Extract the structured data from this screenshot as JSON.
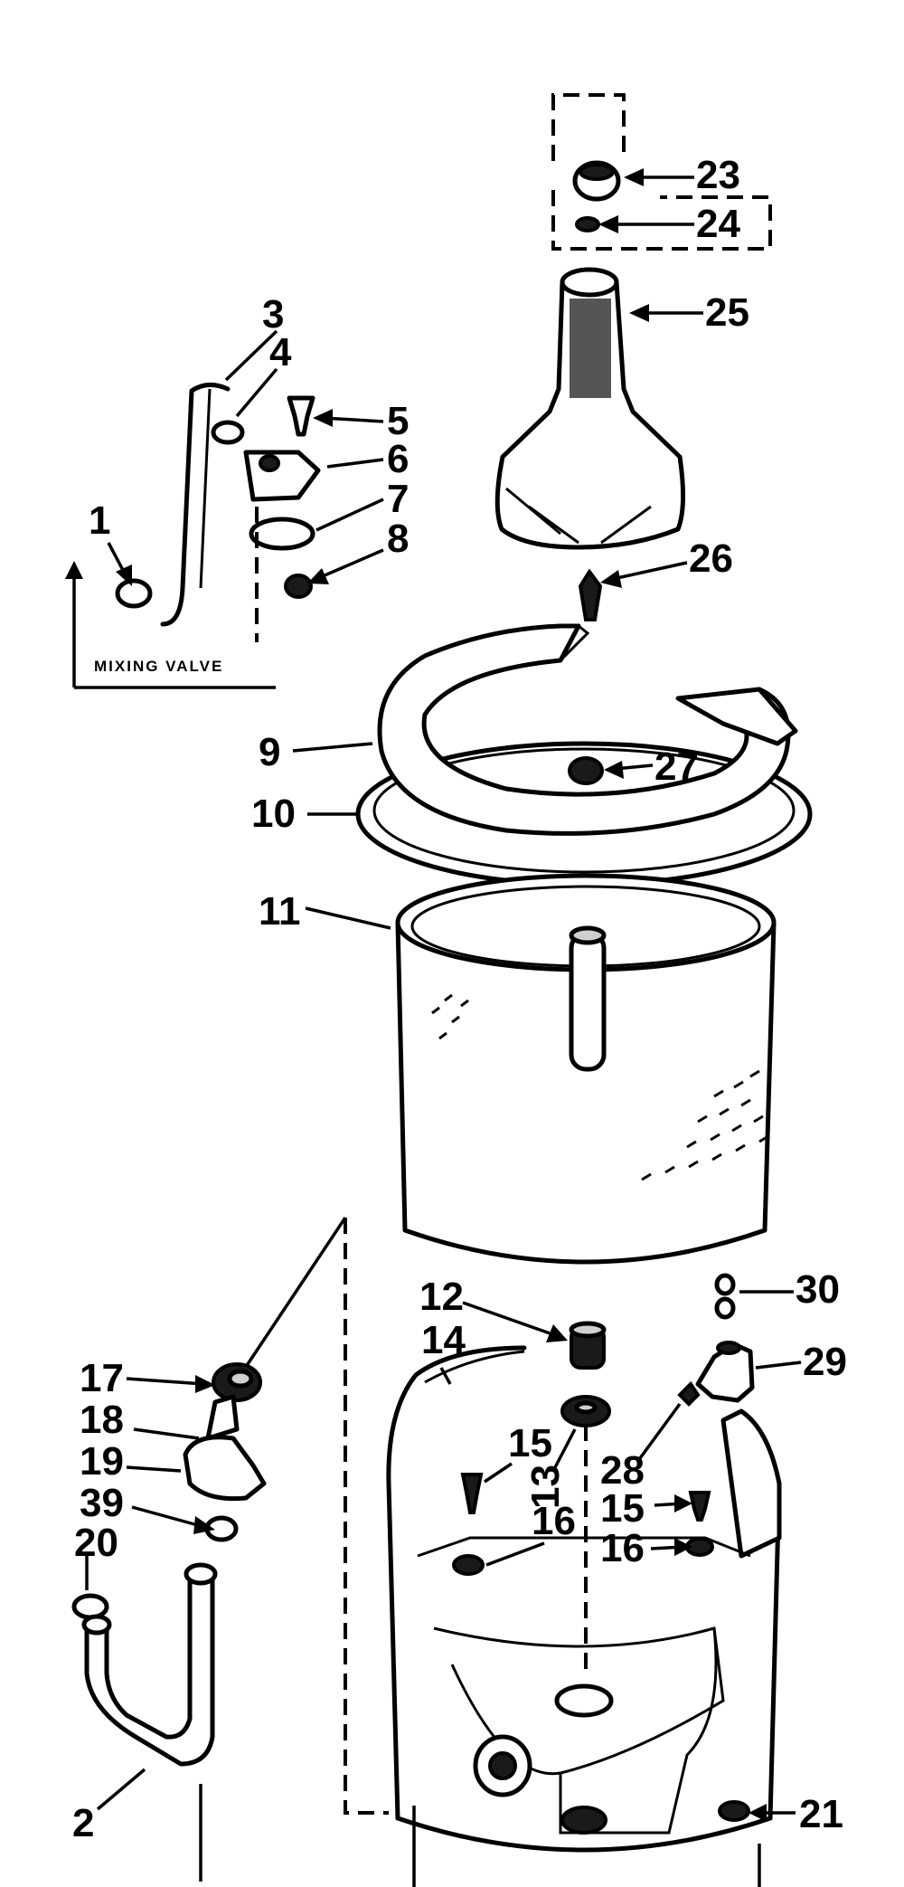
{
  "callouts": [
    {
      "id": "c1",
      "label": "1"
    },
    {
      "id": "c2",
      "label": "2"
    },
    {
      "id": "c3",
      "label": "3"
    },
    {
      "id": "c4",
      "label": "4"
    },
    {
      "id": "c5",
      "label": "5"
    },
    {
      "id": "c6",
      "label": "6"
    },
    {
      "id": "c7",
      "label": "7"
    },
    {
      "id": "c8",
      "label": "8"
    },
    {
      "id": "c9",
      "label": "9"
    },
    {
      "id": "c10",
      "label": "10"
    },
    {
      "id": "c11",
      "label": "11"
    },
    {
      "id": "c12",
      "label": "12"
    },
    {
      "id": "c13",
      "label": "13"
    },
    {
      "id": "c14",
      "label": "14"
    },
    {
      "id": "c15a",
      "label": "15"
    },
    {
      "id": "c15b",
      "label": "15"
    },
    {
      "id": "c16a",
      "label": "16"
    },
    {
      "id": "c16b",
      "label": "16"
    },
    {
      "id": "c17",
      "label": "17"
    },
    {
      "id": "c18",
      "label": "18"
    },
    {
      "id": "c19",
      "label": "19"
    },
    {
      "id": "c20",
      "label": "20"
    },
    {
      "id": "c21",
      "label": "21"
    },
    {
      "id": "c23",
      "label": "23"
    },
    {
      "id": "c24",
      "label": "24"
    },
    {
      "id": "c25",
      "label": "25"
    },
    {
      "id": "c26",
      "label": "26"
    },
    {
      "id": "c27",
      "label": "27"
    },
    {
      "id": "c28",
      "label": "28"
    },
    {
      "id": "c29",
      "label": "29"
    },
    {
      "id": "c30",
      "label": "30"
    },
    {
      "id": "c39",
      "label": "39"
    }
  ],
  "mixing_valve_caption": "MIXING VALVE",
  "icons": {
    "arrow": "arrow-head-icon"
  }
}
